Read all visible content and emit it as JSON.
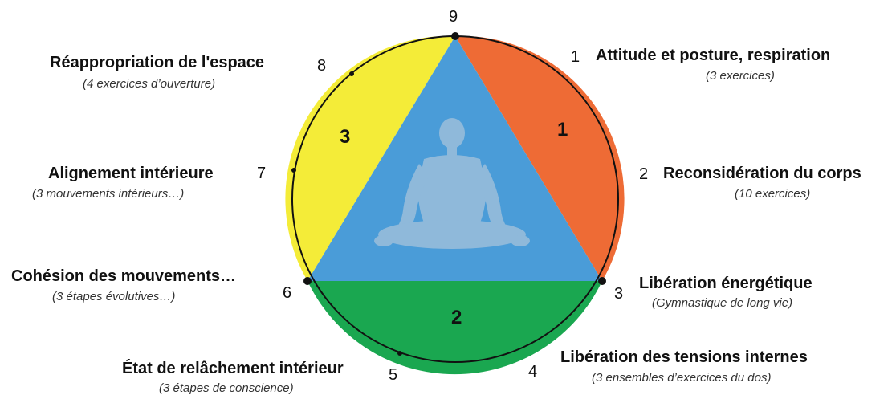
{
  "colors": {
    "segment_1": "#EE6B35",
    "segment_2": "#1AA750",
    "segment_3": "#F4EC38",
    "triangle": "#4A9CD8",
    "outline": "#111111",
    "figure": "#8FB9DA"
  },
  "segments": {
    "s1": "1",
    "s2": "2",
    "s3": "3"
  },
  "icons": {
    "figure": "meditation-figure-icon"
  },
  "stations": [
    {
      "number": "1",
      "title": "Attitude et posture, respiration",
      "subtitle": "(3 exercices)"
    },
    {
      "number": "2",
      "title": "Reconsidération du corps",
      "subtitle": "(10 exercices)"
    },
    {
      "number": "3",
      "title": "Libération énergétique",
      "subtitle": "(Gymnastique de long vie)"
    },
    {
      "number": "4",
      "title": "Libération des tensions internes",
      "subtitle": "(3 ensembles d’exercices du dos)"
    },
    {
      "number": "5",
      "title": "État de relâchement intérieur",
      "subtitle": "(3 étapes de conscience)"
    },
    {
      "number": "6",
      "title": "Cohésion des mouvements…",
      "subtitle": "(3 étapes évolutives…)"
    },
    {
      "number": "7",
      "title": "Alignement intérieure",
      "subtitle": "(3 mouvements intérieurs…)"
    },
    {
      "number": "8",
      "title": "Réappropriation de l'espace",
      "subtitle": "(4 exercices d’ouverture)"
    },
    {
      "number": "9"
    }
  ]
}
